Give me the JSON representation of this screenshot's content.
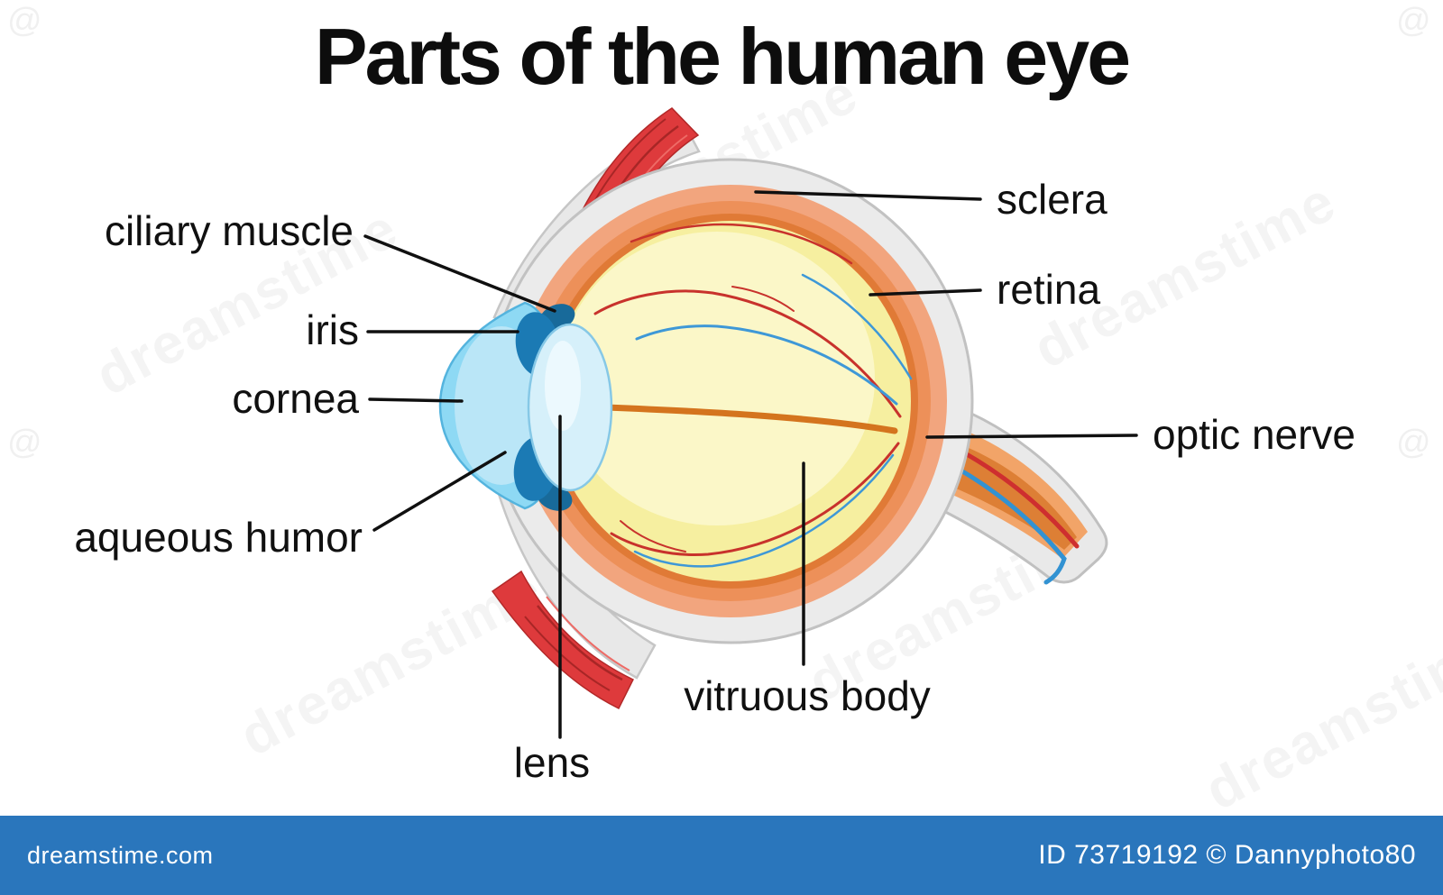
{
  "title": "Parts of the human eye",
  "labels": {
    "ciliary_muscle": "ciliary muscle",
    "iris": "iris",
    "cornea": "cornea",
    "aqueous_humor": "aqueous humor",
    "lens": "lens",
    "vitruous_body": "vitruous body",
    "sclera": "sclera",
    "retina": "retina",
    "optic_nerve": "optic nerve"
  },
  "watermark": {
    "text": "dreamstime",
    "swirl_glyph": "@"
  },
  "footer": {
    "site": "dreamstime.com",
    "credit": "ID 73719192 © Dannyphoto80"
  },
  "colors": {
    "footer_bar": "#2A76BC",
    "sclera_gray": "#EBEBEB",
    "choroid_salmon": "#F2A57E",
    "retina_orange": "#E07A36",
    "vitreous_yellow": "#F6EFA0",
    "cornea_blue": "#8ED9F4",
    "lens_blue": "#D6F0FA",
    "iris_blue": "#1B7AB4",
    "muscle_red": "#DE3A3C",
    "vessel_red": "#C8322C",
    "vessel_blue": "#3E98D7"
  }
}
